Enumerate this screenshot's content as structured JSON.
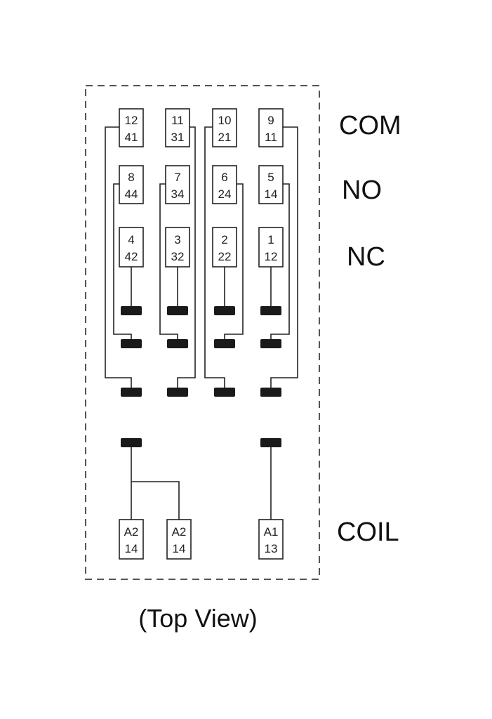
{
  "row_labels": {
    "com": "COM",
    "no": "NO",
    "nc": "NC",
    "coil": "COIL"
  },
  "caption": "(Top View)",
  "terminals": {
    "com": [
      {
        "top": "12",
        "bottom": "41"
      },
      {
        "top": "11",
        "bottom": "31"
      },
      {
        "top": "10",
        "bottom": "21"
      },
      {
        "top": "9",
        "bottom": "11"
      }
    ],
    "no": [
      {
        "top": "8",
        "bottom": "44"
      },
      {
        "top": "7",
        "bottom": "34"
      },
      {
        "top": "6",
        "bottom": "24"
      },
      {
        "top": "5",
        "bottom": "14"
      }
    ],
    "nc": [
      {
        "top": "4",
        "bottom": "42"
      },
      {
        "top": "3",
        "bottom": "32"
      },
      {
        "top": "2",
        "bottom": "22"
      },
      {
        "top": "1",
        "bottom": "12"
      }
    ],
    "coil": [
      {
        "top": "A2",
        "bottom": "14"
      },
      {
        "top": "A2",
        "bottom": "14"
      },
      {
        "top": "A1",
        "bottom": "13"
      }
    ]
  },
  "colors": {
    "line": "#222222",
    "pin": "#1a1a1a",
    "border": "#555555"
  }
}
